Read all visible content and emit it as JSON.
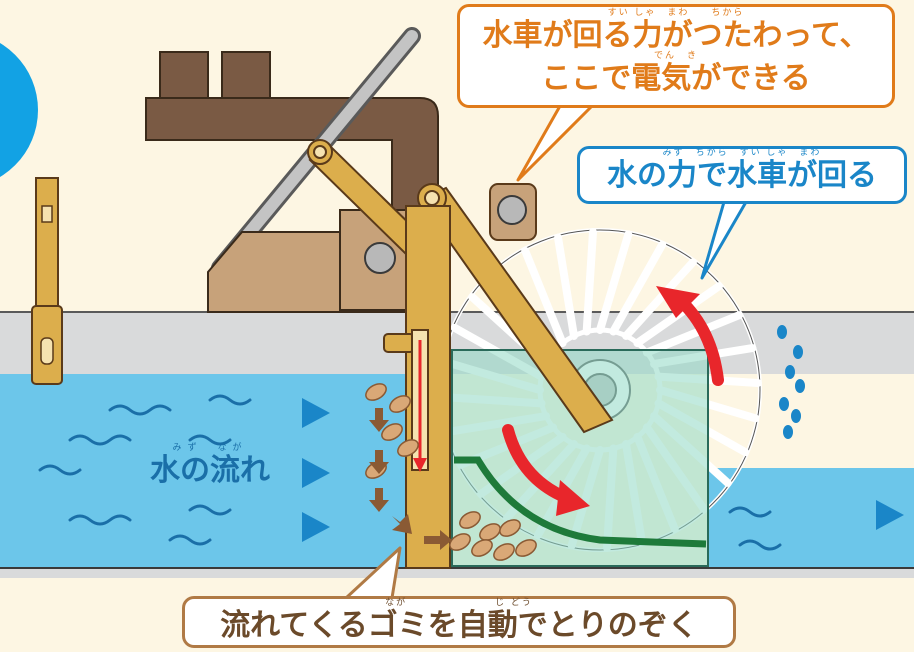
{
  "callouts": {
    "generate": {
      "ruby_line1": "すい しゃ　まわ　　ちから",
      "line1": "水車が回る力がつたわって、",
      "ruby_line2": "でん　き",
      "line2": "ここで電気ができる"
    },
    "power": {
      "ruby": "みず　ちから　すい しゃ　まわ",
      "text": "水の力で水車が回る"
    },
    "trash": {
      "ruby": "なが　　　　　　　　じ どう",
      "text": "流れてくるゴミを自動でとりのぞく"
    }
  },
  "water_label": {
    "ruby": "みず　なが",
    "text": "水の流れ"
  },
  "colors": {
    "water": "#6cc6ea",
    "ground": "#d9dadb",
    "machine": "#7a5a44",
    "frame": "#dcae4c",
    "arrow": "#e8262b",
    "accent_blue": "#1a86c8",
    "accent_orange": "#e07b1a"
  }
}
